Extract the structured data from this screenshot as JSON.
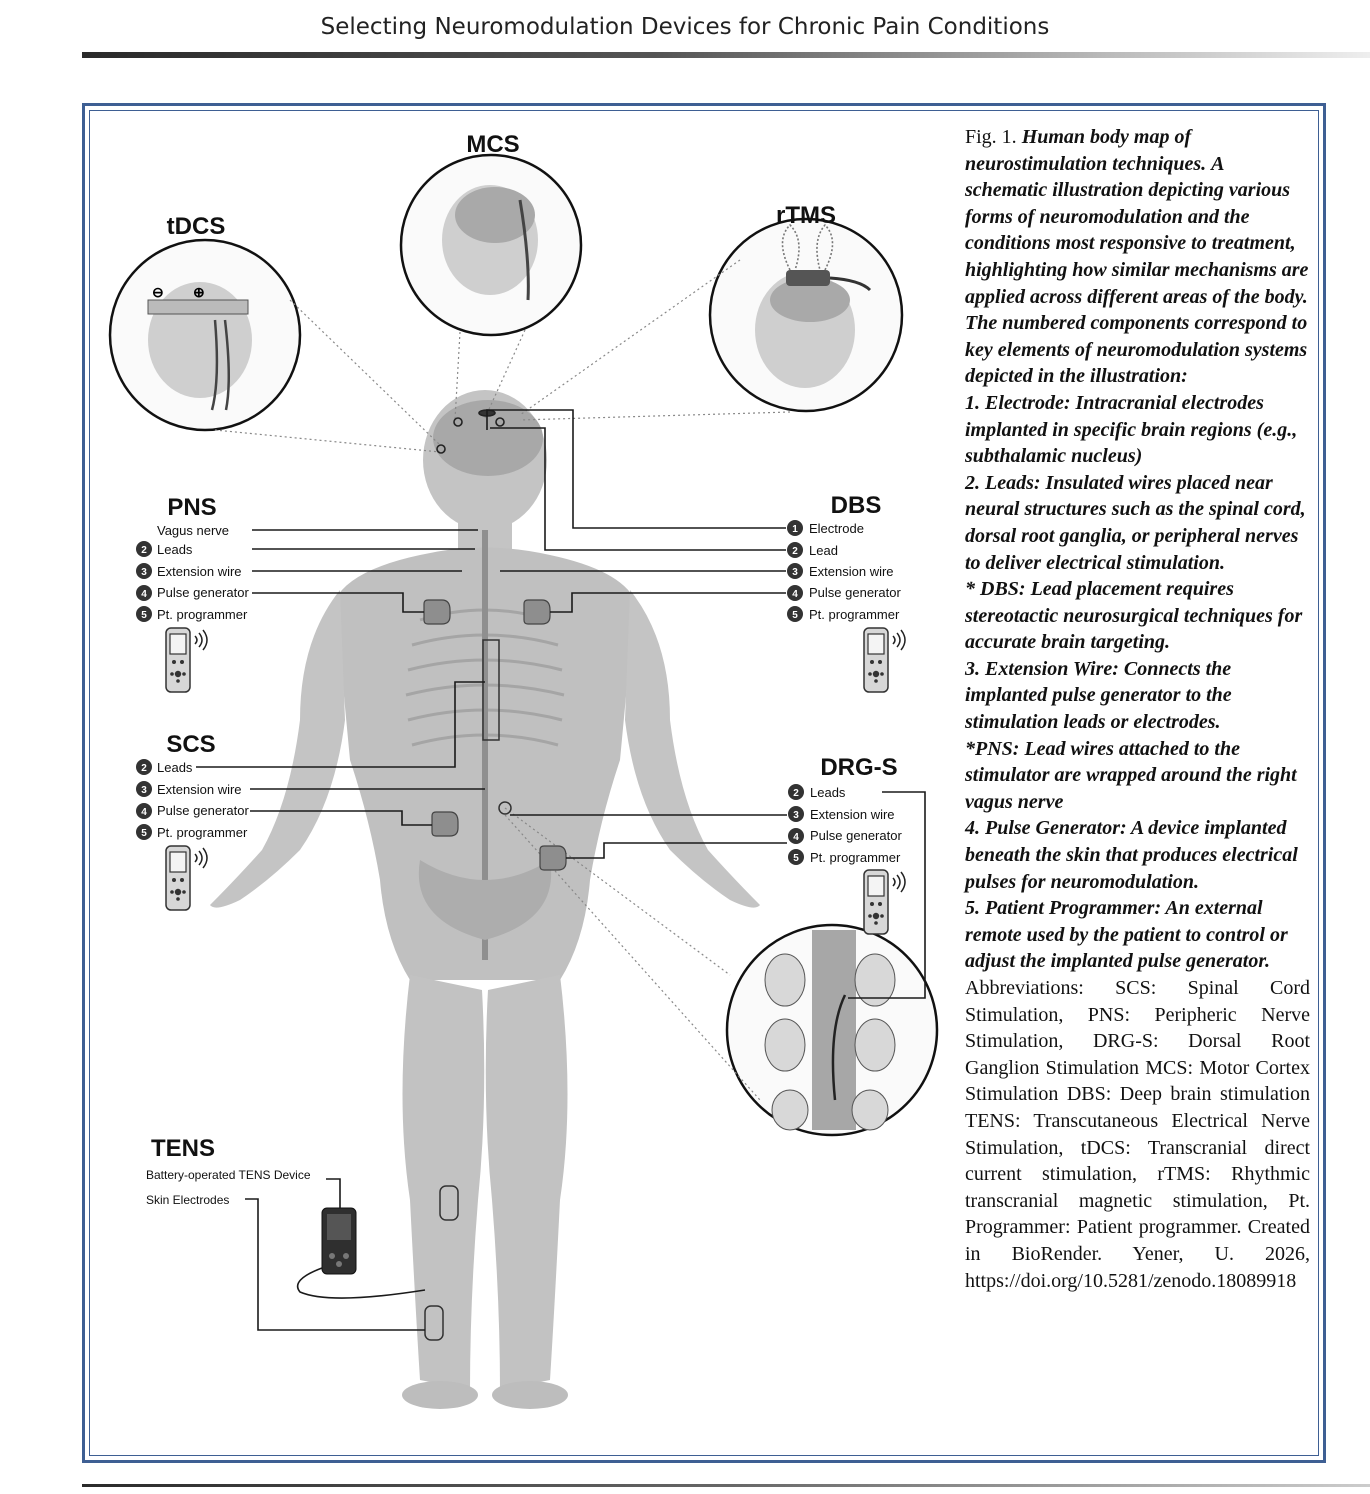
{
  "header": {
    "title": "Selecting Neuromodulation Devices for Chronic Pain Conditions"
  },
  "figure": {
    "techniques": {
      "mcs": "MCS",
      "tdcs": "tDCS",
      "rtms": "rTMS",
      "tens": "TENS"
    },
    "pns": {
      "title": "PNS",
      "items": [
        "Vagus nerve",
        "Leads",
        "Extension wire",
        "Pulse generator",
        "Pt. programmer"
      ],
      "numbers": [
        "2",
        "3",
        "4",
        "5"
      ]
    },
    "dbs": {
      "title": "DBS",
      "items": [
        "Electrode",
        "Lead",
        "Extension wire",
        "Pulse generator",
        "Pt. programmer"
      ],
      "numbers": [
        "1",
        "2",
        "3",
        "4",
        "5"
      ]
    },
    "scs": {
      "title": "SCS",
      "items": [
        "Leads",
        "Extension wire",
        "Pulse generator",
        "Pt. programmer"
      ],
      "numbers": [
        "2",
        "3",
        "4",
        "5"
      ]
    },
    "drgs": {
      "title": "DRG-S",
      "items": [
        "Leads",
        "Extension wire",
        "Pulse generator",
        "Pt. programmer"
      ],
      "numbers": [
        "2",
        "3",
        "4",
        "5"
      ]
    },
    "tens_items": [
      "Battery-operated TENS Device",
      "Skin Electrodes"
    ],
    "colors": {
      "frame": "#3e5f93",
      "body": "#b9b9b9",
      "line": "#1a1a1a"
    }
  },
  "caption": {
    "fig_label": "Fig. 1.",
    "title": "Human body map of neurostimulation techniques.",
    "description": "A schematic illustration depicting various forms of neuromodulation and the conditions most responsive to treatment, highlighting how similar mechanisms are applied across different areas of the body. The numbered components correspond to key elements of neuromodulation systems depicted in the illustration:",
    "items": [
      "1. Electrode: Intracranial electrodes implanted in specific brain regions (e.g., subthalamic nucleus)",
      "2. Leads: Insulated wires placed near neural structures such as the spinal cord, dorsal root ganglia, or peripheral nerves to deliver electrical stimulation.",
      "* DBS: Lead placement requires stereotactic neurosurgical techniques for accurate brain targeting.",
      "3. Extension Wire: Connects the implanted pulse generator to the stimulation leads or electrodes.",
      "*PNS: Lead wires attached to the stimulator are wrapped around the right vagus nerve",
      "4. Pulse Generator: A device implanted beneath the skin that produces electrical pulses for neuromodulation.",
      "5. Patient Programmer: An external remote used by the patient to control or adjust the implanted pulse generator."
    ],
    "abbreviations": "Abbreviations: SCS: Spinal Cord Stimulation, PNS: Peripheric Nerve Stimulation, DRG-S: Dorsal Root Ganglion Stimulation MCS: Motor Cortex Stimulation DBS: Deep brain stimulation TENS: Transcutaneous Electrical Nerve Stimulation, tDCS: Transcranial direct current stimulation, rTMS: Rhythmic transcranial magnetic stimulation, Pt. Programmer: Patient programmer. Created in BioRender. Yener, U. 2026, https://doi.org/10.5281/zenodo.18089918"
  }
}
